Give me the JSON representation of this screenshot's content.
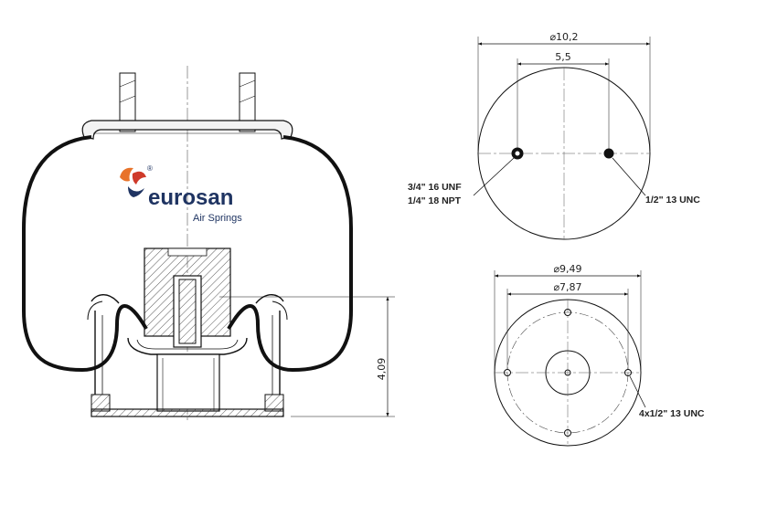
{
  "logo": {
    "brand": "eurosan",
    "subtitle": "Air Springs",
    "reg": "®"
  },
  "dimensions": {
    "top_plate_diameter": "⌀10,2",
    "stud_spacing": "5,5",
    "height": "4,09",
    "bottom_outer_diameter": "⌀9,49",
    "bottom_bolt_circle": "⌀7,87"
  },
  "callouts": {
    "air_fitting_line1": "3/4\" 16 UNF",
    "air_fitting_line2": "1/4\" 18 NPT",
    "top_stud": "1/2\" 13 UNC",
    "bottom_bolts": "4x1/2\" 13 UNC"
  },
  "colors": {
    "navy": "#1f3462",
    "orange": "#e8732a",
    "red": "#cf3a2a",
    "line": "#111111"
  }
}
